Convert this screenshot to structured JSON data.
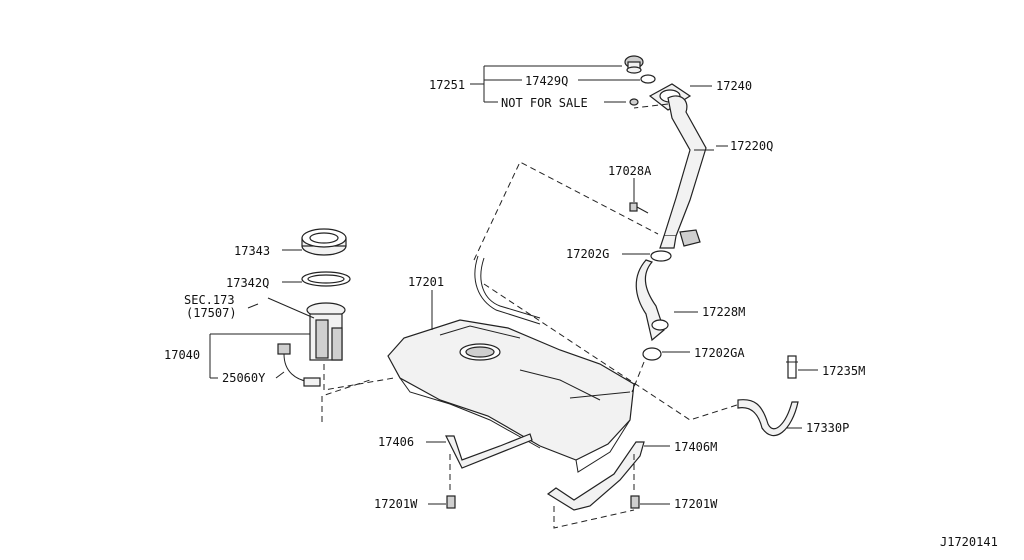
{
  "diagram": {
    "id_code": "J1720141",
    "sec_ref": "SEC.173",
    "sec_ref_sub": "(17507)",
    "not_for_sale": "NOT FOR SALE",
    "labels": {
      "p17251": "17251",
      "p17429q": "17429Q",
      "p17240": "17240",
      "p17220q": "17220Q",
      "p17028a": "17028A",
      "p17202g": "17202G",
      "p17343": "17343",
      "p17342q": "17342Q",
      "p17201": "17201",
      "p17228m": "17228M",
      "p17040": "17040",
      "p25060y": "25060Y",
      "p17202ga": "17202GA",
      "p17235m": "17235M",
      "p17330p": "17330P",
      "p17406": "17406",
      "p17406m": "17406M",
      "p17201w_left": "17201W",
      "p17201w_right": "17201W"
    }
  }
}
